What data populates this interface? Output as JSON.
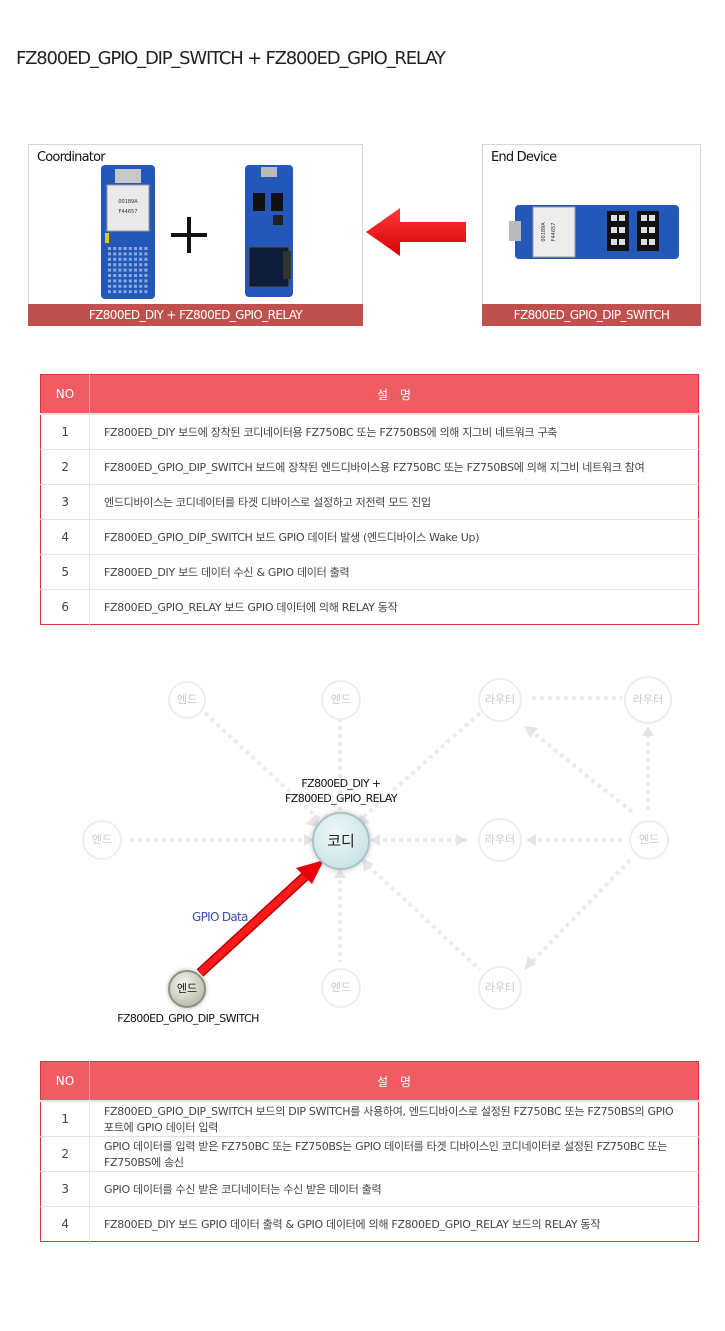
{
  "page_title": "FZ800ED_GPIO_DIP_SWITCH + FZ800ED_GPIO_RELAY",
  "coordinator_box": {
    "label": "Coordinator",
    "caption": "FZ800ED_DIY + FZ800ED_GPIO_RELAY",
    "chip_text": [
      "00189A",
      "F44657"
    ]
  },
  "end_device_box": {
    "label": "End Device",
    "caption": "FZ800ED_GPIO_DIP_SWITCH",
    "chip_text": [
      "00189A",
      "F44657"
    ]
  },
  "colors": {
    "accent": "#ef5c64",
    "caption_bg": "#c0504d",
    "arrow": "#e8000b",
    "board_blue": "#2357b8"
  },
  "table1": {
    "headers": [
      "NO",
      "설　명"
    ],
    "rows": [
      {
        "no": "1",
        "text": "FZ800ED_DIY 보드에 장착된 코디네이터용 FZ750BC 또는 FZ750BS에 의해 지그비 네트워크 구축"
      },
      {
        "no": "2",
        "text": "FZ800ED_GPIO_DIP_SWITCH 보드에 장착된 엔드디바이스용 FZ750BC 또는 FZ750BS에 의해 지그비 네트워크 참여"
      },
      {
        "no": "3",
        "text": "엔드디바이스는 코디네이터를 타겟 디바이스로 설정하고 저전력 모드 진입"
      },
      {
        "no": "4",
        "text": "FZ800ED_GPIO_DIP_SWITCH 보드 GPIO 데이터 발생 (엔드디바이스 Wake Up)"
      },
      {
        "no": "5",
        "text": "FZ800ED_DIY 보드 데이터 수신 & GPIO 데이터 출력"
      },
      {
        "no": "6",
        "text": "FZ800ED_GPIO_RELAY 보드 GPIO 데이터에 의해 RELAY 동작"
      }
    ]
  },
  "network": {
    "coordinator_label": "FZ800ED_DIY +\nFZ800ED_GPIO_RELAY",
    "coordinator_node": "코디",
    "source_node": "엔드",
    "source_label": "FZ800ED_GPIO_DIP_SWITCH",
    "arrow_label": "GPIO Data",
    "nodes": {
      "end_top_left": "엔드",
      "end_top_mid": "엔드",
      "router_top_right1": "라우터",
      "router_top_right2": "라우터",
      "end_left": "엔드",
      "router_mid": "라우터",
      "end_right": "엔드",
      "end_bottom_mid": "엔드",
      "router_bottom": "라우터"
    }
  },
  "table2": {
    "headers": [
      "NO",
      "설　명"
    ],
    "rows": [
      {
        "no": "1",
        "text": "FZ800ED_GPIO_DIP_SWITCH 보드의 DIP SWITCH를 사용하여, 엔드디바이스로 설정된 FZ750BC 또는 FZ750BS의 GPIO 포트에 GPIO 데이터 입력"
      },
      {
        "no": "2",
        "text": "GPIO 데이터를 입력 받은 FZ750BC 또는 FZ750BS는 GPIO 데이터를 타겟 디바이스인 코디네이터로 설정된 FZ750BC 또는 FZ750BS에 송신"
      },
      {
        "no": "3",
        "text": "GPIO 데이터를 수신 받은 코디네이터는 수신 받은 데이터 출력"
      },
      {
        "no": "4",
        "text": "FZ800ED_DIY 보드 GPIO 데이터 출력 & GPIO 데이터에 의해 FZ800ED_GPIO_RELAY 보드의 RELAY 동작"
      }
    ]
  }
}
